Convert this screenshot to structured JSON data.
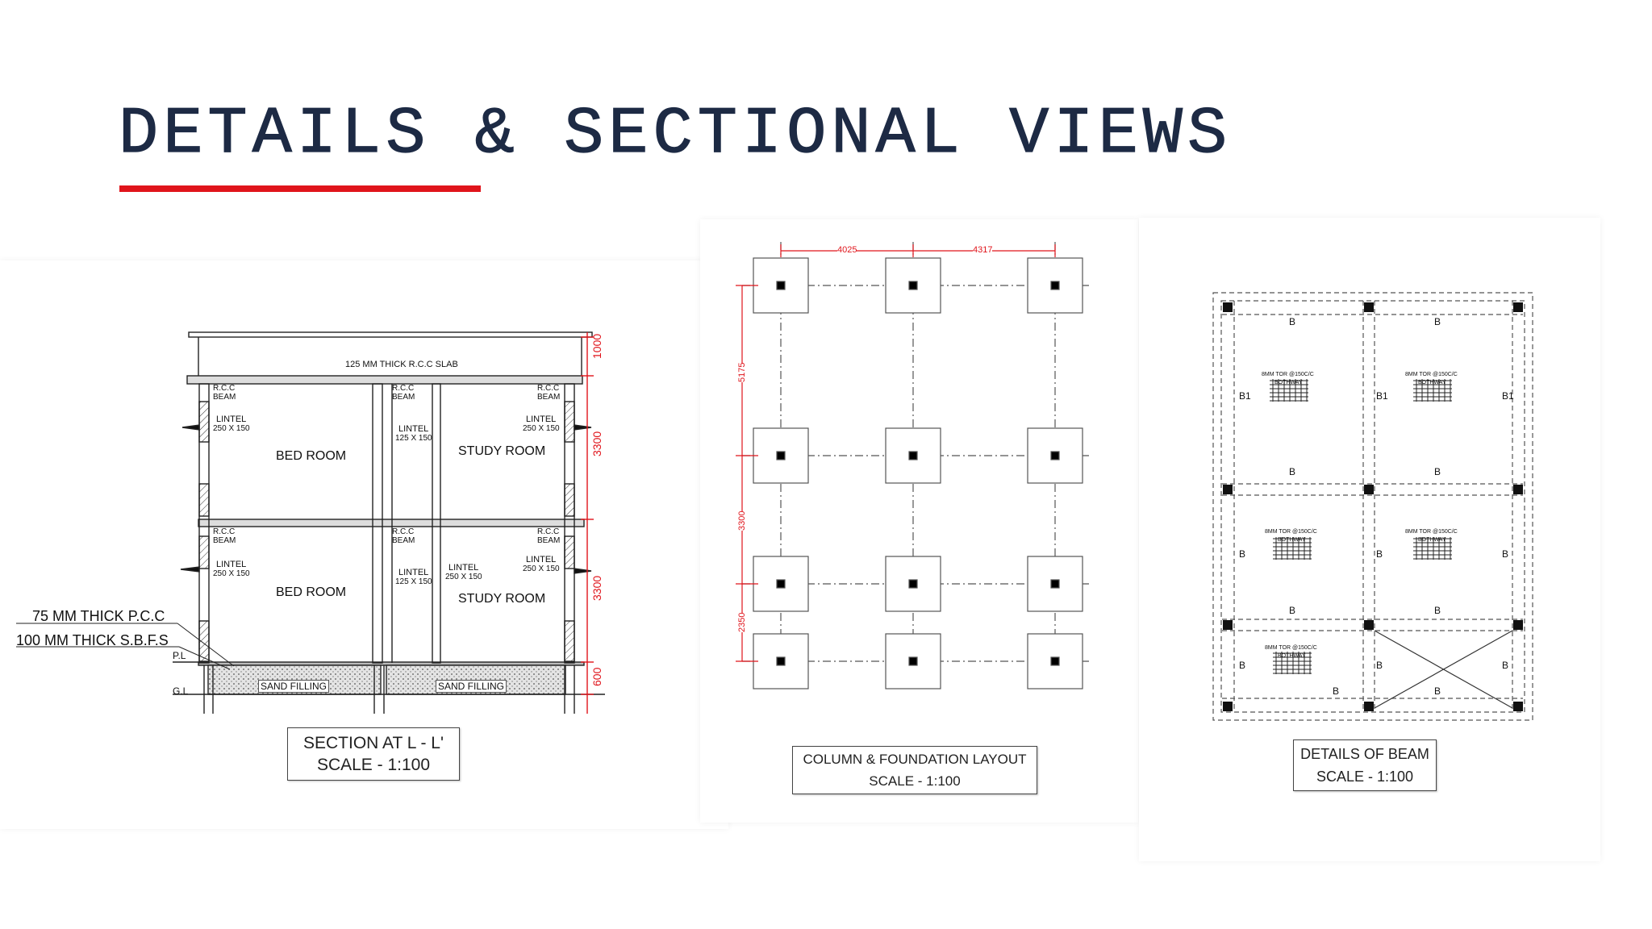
{
  "title": "DETAILS & SECTIONAL VIEWS",
  "colors": {
    "title": "#1d2a44",
    "accent": "#e0141b",
    "dimension": "#e0141b",
    "line": "#222222"
  },
  "section": {
    "slab_label": "125 MM THICK R.C.C SLAB",
    "rcc_beam": "R.C.C BEAM",
    "rcc": "R.C.C",
    "beam": "BEAM",
    "lintel": "LINTEL",
    "lintel_250": "250 X 150",
    "lintel_125": "125 X 150",
    "bed_room": "BED ROOM",
    "study_room": "STUDY ROOM",
    "sand_filling": "SAND FILLING",
    "pl": "P.L",
    "gl": "G.L",
    "pcc": "75 MM THICK P.C.C",
    "sbfs": "100 MM THICK S.B.F.S",
    "dims": [
      "1000",
      "3300",
      "3300",
      "600"
    ],
    "caption_line1": "SECTION AT L - L'",
    "caption_line2": "SCALE - 1:100"
  },
  "layout": {
    "dims_top": [
      "4025",
      "4317"
    ],
    "dims_left": [
      "5175",
      "3300",
      "2350"
    ],
    "caption_line1": "COLUMN & FOUNDATION LAYOUT",
    "caption_line2": "SCALE - 1:100"
  },
  "beam": {
    "b": "B",
    "b1": "B1",
    "rebar_line1": "8MM TOR @150C/C",
    "rebar_line2": "BOTHWAY",
    "caption_line1": "DETAILS OF BEAM",
    "caption_line2": "SCALE - 1:100"
  }
}
